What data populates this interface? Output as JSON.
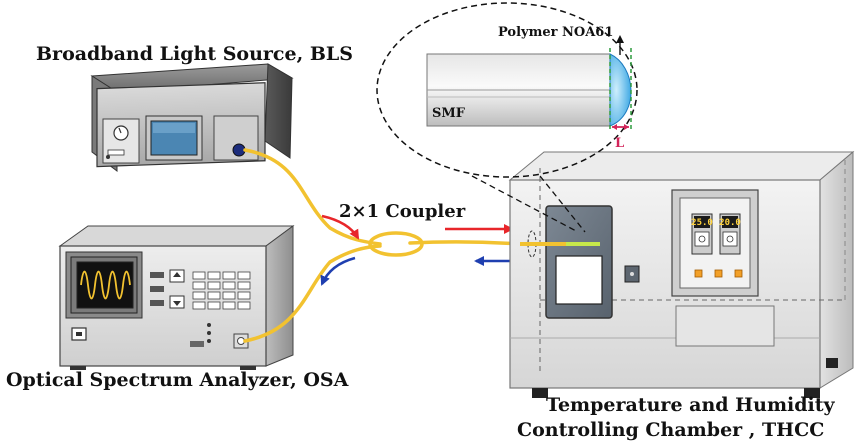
{
  "labels": {
    "bls": "Broadband Light Source, BLS",
    "osa": "Optical Spectrum Analyzer, OSA",
    "coupler": "2×1 Coupler",
    "thcc_line1": "Temperature and Humidity",
    "thcc_line2": "Controlling Chamber , THCC",
    "polymer": "Polymer NOA61",
    "smf": "SMF",
    "length": "L"
  },
  "chamber_display": {
    "left_value": "25.0",
    "right_value": "20.0"
  },
  "colors": {
    "fiber": "#f2c230",
    "forward_arrow": "#e8262a",
    "return_arrow": "#1f3fb0",
    "polymer_tip": "#3aaee8",
    "fiber_core": "#c7e84a"
  }
}
